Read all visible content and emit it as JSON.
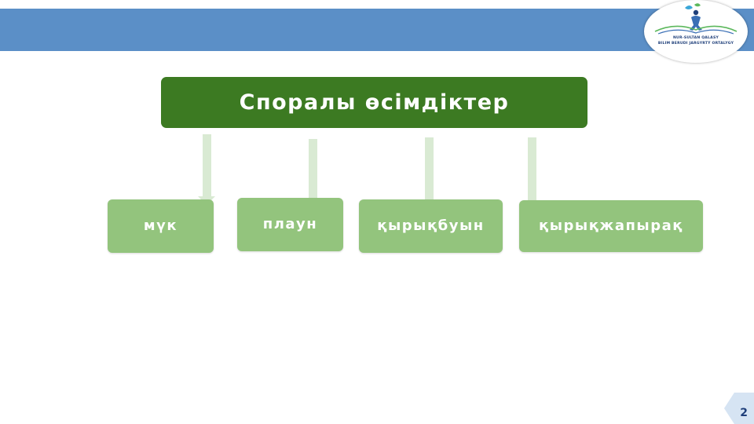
{
  "logo": {
    "line1": "NUR-SULTAN QALASY",
    "line2": "BILIM BERUDI JARGYRTÝ ORTALYGY"
  },
  "diagram": {
    "root": "Споралы өсімдіктер",
    "children": [
      {
        "label": "мүк"
      },
      {
        "label": "плаун"
      },
      {
        "label": "қырықбуын"
      },
      {
        "label": "қырықжапырақ"
      }
    ]
  },
  "footer": {
    "page_number": "2"
  },
  "colors": {
    "header_band": "#5b8fc7",
    "root_fill": "#3c7a22",
    "leaf_fill": "#93c47d",
    "connector": "#d9ead3"
  }
}
